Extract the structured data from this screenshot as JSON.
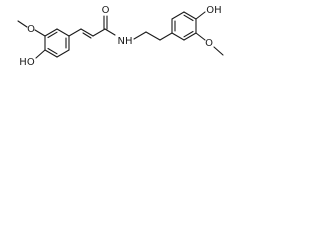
{
  "structure": {
    "atoms": {
      "o_methoxy_left": "O",
      "ho_left": "HO",
      "o_carbonyl": "O",
      "nh": "NH",
      "oh_right": "OH",
      "o_methoxy_right": "O"
    }
  },
  "colors": {
    "ink": "#1a1a1a",
    "background": "#ffffff"
  }
}
